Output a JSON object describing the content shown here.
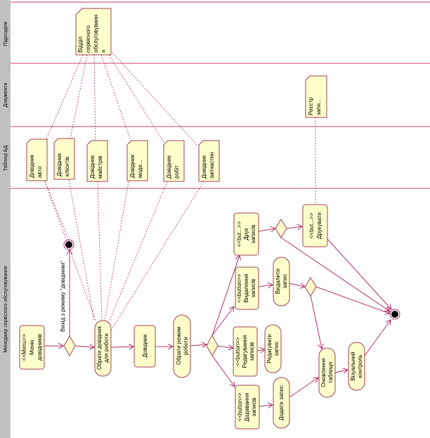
{
  "lanes": {
    "departments": "Підрозділи",
    "documents": "Документи",
    "db_tables": "Таблиці БД",
    "manager": "Менеджер сервісного обслуговування"
  },
  "notes": {
    "department": [
      "Відділ",
      "сервісного",
      "обслуговуванн",
      "я"
    ],
    "auto": [
      "Довідник",
      "авто"
    ],
    "clients": [
      "Довідник",
      "клієнтів"
    ],
    "masters": [
      "Довідник",
      "майстрів"
    ],
    "models": [
      "Довідник",
      "моде..."
    ],
    "works": [
      "Довідник",
      "робіт"
    ],
    "parts": [
      "Довідник",
      "запчастин"
    ],
    "register": [
      "Реєстр",
      "запи..."
    ]
  },
  "activities": {
    "menu": [
      "<<Menu>>",
      "Меню",
      "довідників"
    ],
    "choose_directory": [
      "Обрати довідник",
      "для роботи"
    ],
    "directory": [
      "Довідник"
    ],
    "choose_mode": [
      "Обрати режим",
      "роботи"
    ],
    "print_records": [
      "<<but...>>",
      "Друк",
      "записів"
    ],
    "delete_records": [
      "<<button>>",
      "Видалення",
      "записів"
    ],
    "edit_records": [
      "<<button>>",
      "Редагування",
      "записів"
    ],
    "add_records": [
      "<<button>>",
      "Додавання",
      "записів"
    ],
    "delete_record": [
      "Видалити",
      "запис"
    ],
    "edit_record": [
      "Редагувати",
      "запис"
    ],
    "add_record": [
      "Додати запис"
    ],
    "print": [
      "<<but...>>",
      "Друкувати"
    ],
    "updated_table": [
      "Оновлення",
      "таблиця"
    ],
    "visual_control": [
      "Візуальний",
      "контроль"
    ]
  },
  "guards": {
    "exit": "Вихід з режиму \"довідники\""
  }
}
